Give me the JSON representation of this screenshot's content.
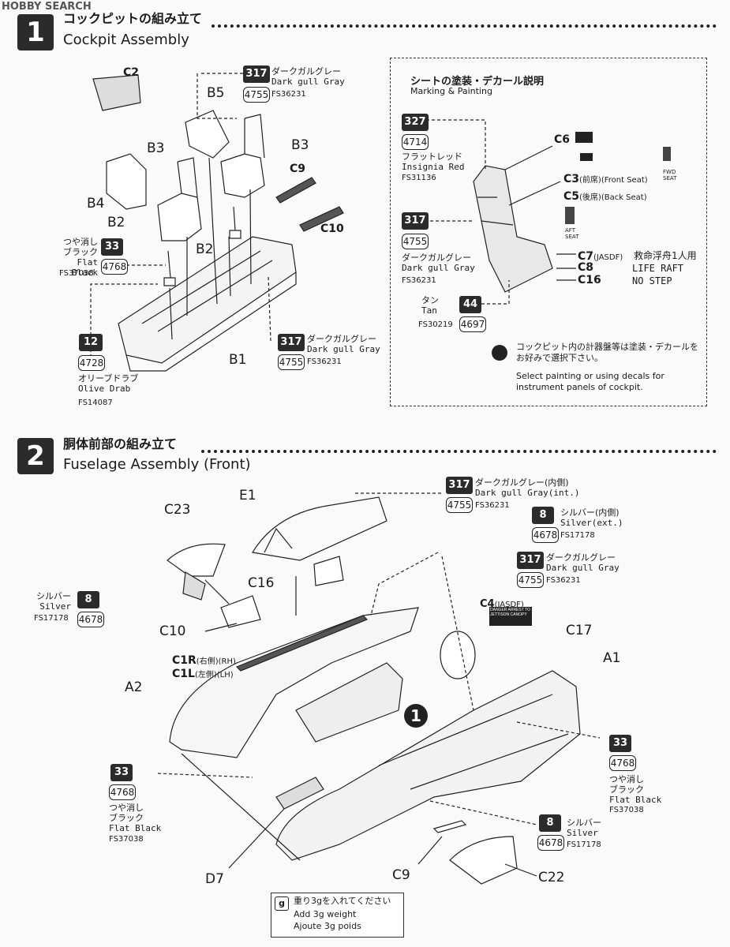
{
  "watermark": "HOBBY SEARCH",
  "steps": [
    {
      "number": "1",
      "title_jp": "コックピットの組み立て",
      "title_en": "Cockpit Assembly"
    },
    {
      "number": "2",
      "title_jp": "胴体前部の組み立て",
      "title_en": "Fuselage Assembly (Front)"
    }
  ],
  "step1": {
    "parts": {
      "c2": "C2",
      "b5": "B5",
      "b3a": "B3",
      "b3b": "B3",
      "c9": "C9",
      "b4": "B4",
      "b2a": "B2",
      "b2b": "B2",
      "c10": "C10",
      "b1": "B1"
    },
    "colors": [
      {
        "code": "317",
        "num": "4755",
        "jp": "ダークガルグレー",
        "en": "Dark gull Gray",
        "fs": "FS36231"
      },
      {
        "code": "33",
        "num": "4768",
        "jp": "つや消し\nブラック",
        "en": "Flat Black",
        "fs": "FS37038"
      },
      {
        "code": "12",
        "num": "4728",
        "jp": "オリーブドラブ",
        "en": "Olive Drab",
        "fs": "FS14087"
      },
      {
        "code": "317",
        "num": "4755",
        "jp": "ダークガルグレー",
        "en": "Dark gull Gray",
        "fs": "FS36231"
      }
    ],
    "marking": {
      "title_jp": "シートの塗装・デカール説明",
      "title_en": "Marking & Painting",
      "colors": [
        {
          "code": "327",
          "num": "4714",
          "jp": "フラットレッド",
          "en": "Insignia Red",
          "fs": "FS31136"
        },
        {
          "code": "317",
          "num": "4755",
          "jp": "ダークガルグレー",
          "en": "Dark gull Gray",
          "fs": "FS36231"
        },
        {
          "code": "44",
          "num": "4697",
          "jp": "タン",
          "en": "Tan",
          "fs": "FS30219"
        }
      ],
      "c6": "C6",
      "c3": "C3",
      "c3_note": "(前席)(Front Seat)",
      "c5": "C5",
      "c5_note": "(後席)(Back Seat)",
      "c7": "C7",
      "c7_note": "(JASDF)",
      "c7_text": "救命浮舟1人用",
      "c8": "C8",
      "c8_text": "LIFE RAFT",
      "c16": "C16",
      "c16_text": "NO STEP",
      "decal_aft": "AFT\nSEAT",
      "decal_fwd": "FWD\nSEAT",
      "note_jp": "コックピット内の計器盤等は塗装・デカールを\nお好みで選択下さい。",
      "note_en": "Select painting or using decals for\ninstrument panels of cockpit."
    }
  },
  "step2": {
    "parts": {
      "e1": "E1",
      "c23": "C23",
      "c16": "C16",
      "c10": "C10",
      "c1r": "C1R",
      "c1r_note": "(右側)(RH)",
      "c1l": "C1L",
      "c1l_note": "(左側)(LH)",
      "a2": "A2",
      "c4": "C4",
      "c4_note": "(JASDF)",
      "c17": "C17",
      "a1": "A1",
      "d7": "D7",
      "c9": "C9",
      "c22": "C22"
    },
    "c4_decal": "DANGER ARREST TO\nJETTISON CANOPY",
    "ref_step": "1",
    "colors": [
      {
        "code": "317",
        "num": "4755",
        "jp": "ダークガルグレー(内側)",
        "en": "Dark gull Gray(int.)",
        "fs": "FS36231"
      },
      {
        "code": "8",
        "num": "4678",
        "jp": "シルバー(内側)",
        "en": "Silver(ext.)",
        "fs": "FS17178"
      },
      {
        "code": "317",
        "num": "4755",
        "jp": "ダークガルグレー",
        "en": "Dark gull Gray",
        "fs": "FS36231"
      },
      {
        "code": "8",
        "num": "4678",
        "jp": "シルバー",
        "en": "Silver",
        "fs": "FS17178"
      },
      {
        "code": "33",
        "num": "4768",
        "jp": "つや消し\nブラック",
        "en": "Flat Black",
        "fs": "FS37038"
      },
      {
        "code": "33",
        "num": "4768",
        "jp": "つや消し\nブラック",
        "en": "Flat Black",
        "fs": "FS37038"
      },
      {
        "code": "8",
        "num": "4678",
        "jp": "シルバー",
        "en": "Silver",
        "fs": "FS17178"
      }
    ],
    "weight_icon": "g",
    "weight_jp": "重り3gを入れてください",
    "weight_en": "Add 3g weight",
    "weight_fr": "Ajoute 3g poids"
  }
}
